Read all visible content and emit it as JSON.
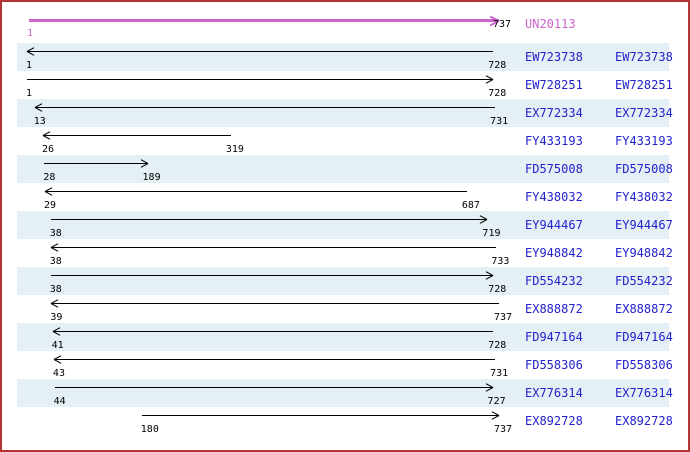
{
  "consensus": {
    "label": "UN20113",
    "start": 1,
    "end": 737,
    "direction": "right"
  },
  "reads": [
    {
      "label": "EW723738",
      "start": 1,
      "end": 728,
      "direction": "left"
    },
    {
      "label": "EW728251",
      "start": 1,
      "end": 728,
      "direction": "right"
    },
    {
      "label": "EX772334",
      "start": 13,
      "end": 731,
      "direction": "left"
    },
    {
      "label": "FY433193",
      "start": 26,
      "end": 319,
      "direction": "left"
    },
    {
      "label": "FD575008",
      "start": 28,
      "end": 189,
      "direction": "right"
    },
    {
      "label": "FY438032",
      "start": 29,
      "end": 687,
      "direction": "left"
    },
    {
      "label": "EY944467",
      "start": 38,
      "end": 719,
      "direction": "right"
    },
    {
      "label": "EY948842",
      "start": 38,
      "end": 733,
      "direction": "left"
    },
    {
      "label": "FD554232",
      "start": 38,
      "end": 728,
      "direction": "right"
    },
    {
      "label": "EX888872",
      "start": 39,
      "end": 737,
      "direction": "left"
    },
    {
      "label": "FD947164",
      "start": 41,
      "end": 728,
      "direction": "left"
    },
    {
      "label": "FD558306",
      "start": 43,
      "end": 731,
      "direction": "left"
    },
    {
      "label": "EX776314",
      "start": 44,
      "end": 727,
      "direction": "right"
    },
    {
      "label": "EX892728",
      "start": 180,
      "end": 737,
      "direction": "right"
    }
  ],
  "colors": {
    "border": "#b23434",
    "row_band": "#e4eff6",
    "accession_link": "#2222cc",
    "consensus": "#cc66cc",
    "read_arrow": "#000000"
  }
}
